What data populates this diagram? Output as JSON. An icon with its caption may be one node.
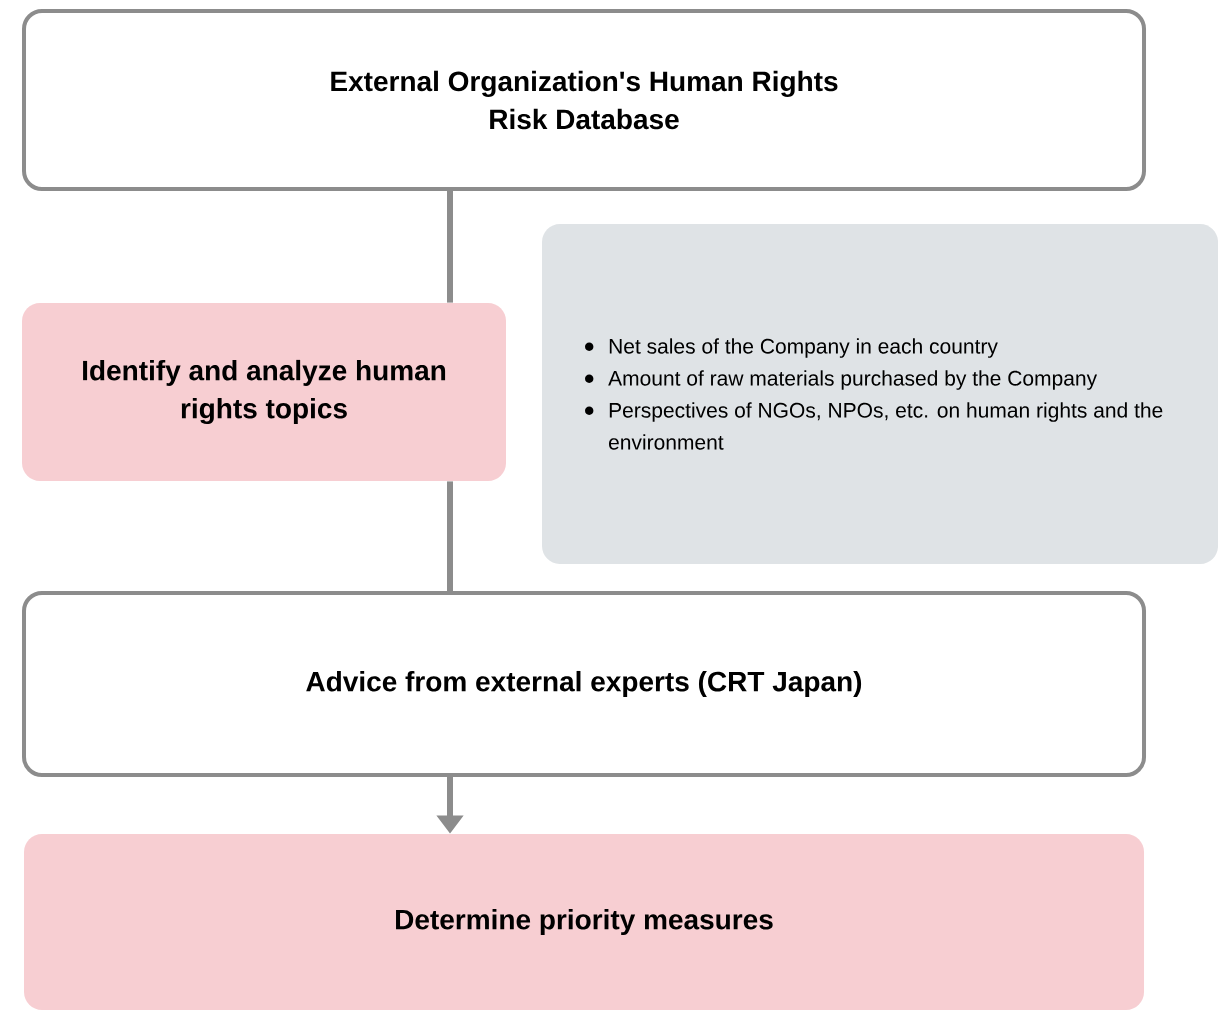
{
  "diagram": {
    "nodes": [
      {
        "text": [
          "External Organization's Human Rights Risk Database"
        ]
      },
      {
        "text": [
          "Identify and analyze human rights topics"
        ]
      },
      {
        "text": [
          "Net sales of the Company in each country",
          "Amount of raw materials purchased by the Company",
          "Perspectives of NGOs, NPOs, etc. on human rights and the environment"
        ]
      },
      {
        "text": [
          "Advice from external experts (CRT Japan)"
        ]
      },
      {
        "text": [
          "Determine priority measures"
        ]
      }
    ],
    "edges": [
      {
        "from": 0,
        "to": 1,
        "arrow": "none"
      },
      {
        "from": 1,
        "to": 3,
        "arrow": "none"
      },
      {
        "from": 3,
        "to": 4,
        "arrow": "to"
      }
    ]
  }
}
